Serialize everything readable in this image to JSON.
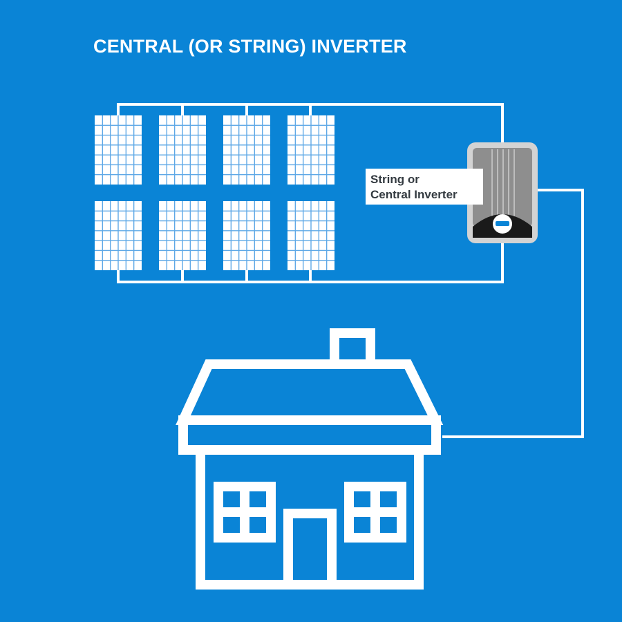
{
  "title": "CENTRAL (OR STRING) INVERTER",
  "inverter": {
    "label_line1": "String or",
    "label_line2": "Central Inverter",
    "icon": "inverter-icon"
  },
  "solar_array": {
    "rows": 2,
    "panels_per_row": 4,
    "icon": "solar-panel-icon"
  },
  "house": {
    "icon": "house-icon"
  },
  "colors": {
    "background": "#0a84d6",
    "lines": "#ffffff",
    "inverter_body": "#d3d3d3",
    "inverter_panel": "#8e8e8e",
    "inverter_display": "#1a1a1a",
    "inverter_indicator": "#0a84d6",
    "label_text": "#333a40"
  }
}
